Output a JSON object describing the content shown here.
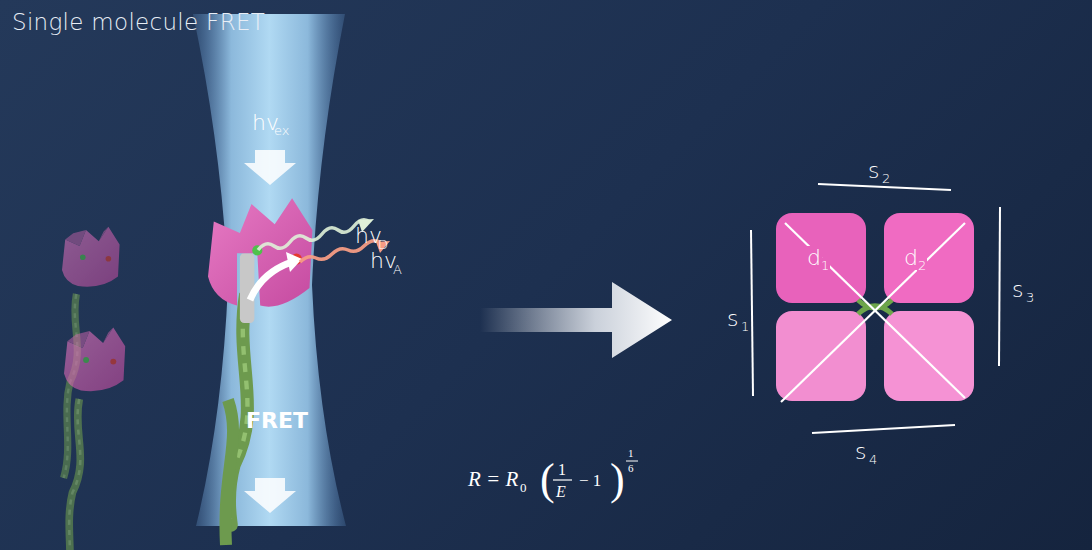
{
  "diagram": {
    "title": "Single molecule FRET",
    "labels": [
      "hv",
      "ex",
      "hv",
      "D",
      "hv",
      "A",
      "FRET",
      "R = R",
      "0",
      "1",
      "E",
      "− 1",
      "1",
      "6",
      "s",
      "2",
      "s",
      "1",
      "s",
      "3",
      "s",
      "4",
      "d",
      "1",
      "d",
      "2"
    ]
  }
}
